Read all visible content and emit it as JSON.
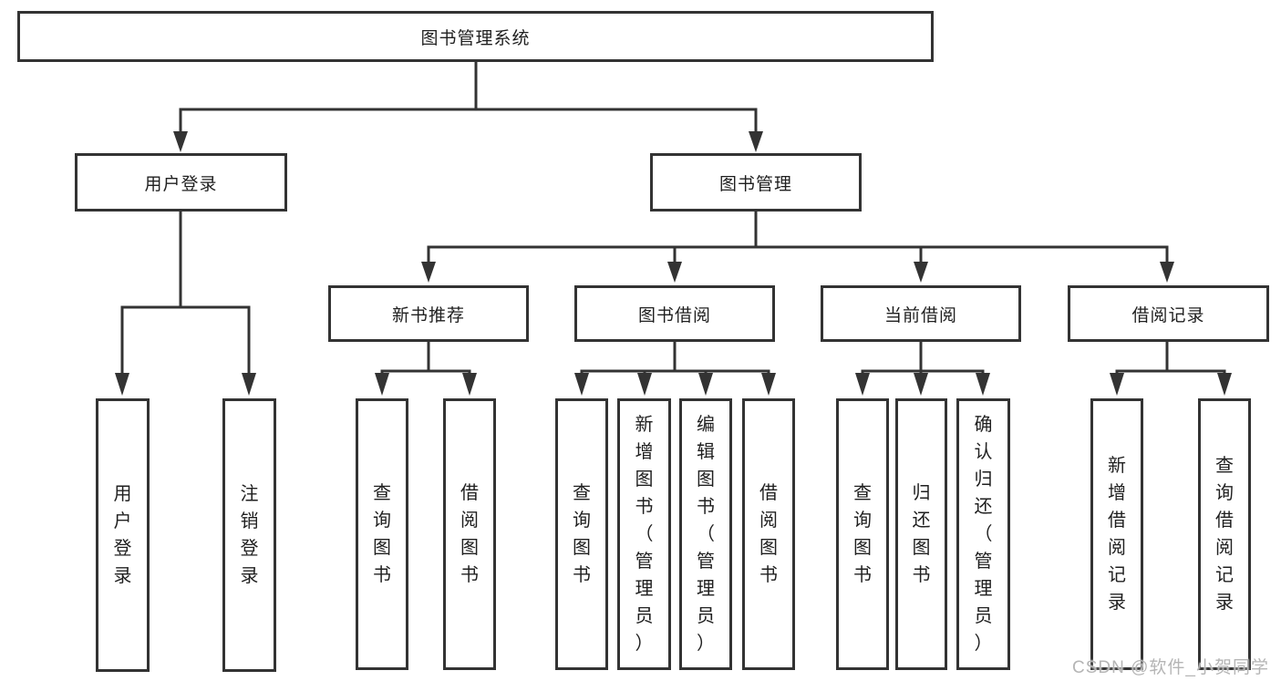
{
  "title": "图书管理系统",
  "colors": {
    "line": "#333333",
    "box_border": "#333333",
    "text": "#1f1f1f",
    "background": "#ffffff",
    "watermark": "#b5b5b5"
  },
  "chart_data": {
    "type": "tree-diagram",
    "title": "图书管理系统"
  },
  "tree": {
    "label": "图书管理系统",
    "children": [
      {
        "label": "用户登录",
        "children": [
          {
            "label": "用户登录"
          },
          {
            "label": "注销登录"
          }
        ]
      },
      {
        "label": "图书管理",
        "children": [
          {
            "label": "新书推荐",
            "children": [
              {
                "label": "查询图书"
              },
              {
                "label": "借阅图书"
              }
            ]
          },
          {
            "label": "图书借阅",
            "children": [
              {
                "label": "查询图书"
              },
              {
                "label": "新增图书（管理员）"
              },
              {
                "label": "编辑图书（管理员）"
              },
              {
                "label": "借阅图书"
              }
            ]
          },
          {
            "label": "当前借阅",
            "children": [
              {
                "label": "查询图书"
              },
              {
                "label": "归还图书"
              },
              {
                "label": "确认归还（管理员）"
              }
            ]
          },
          {
            "label": "借阅记录",
            "children": [
              {
                "label": "新增借阅记录"
              },
              {
                "label": "查询借阅记录"
              }
            ]
          }
        ]
      }
    ]
  },
  "watermark": {
    "text": "CSDN @软件_小贺同学"
  }
}
